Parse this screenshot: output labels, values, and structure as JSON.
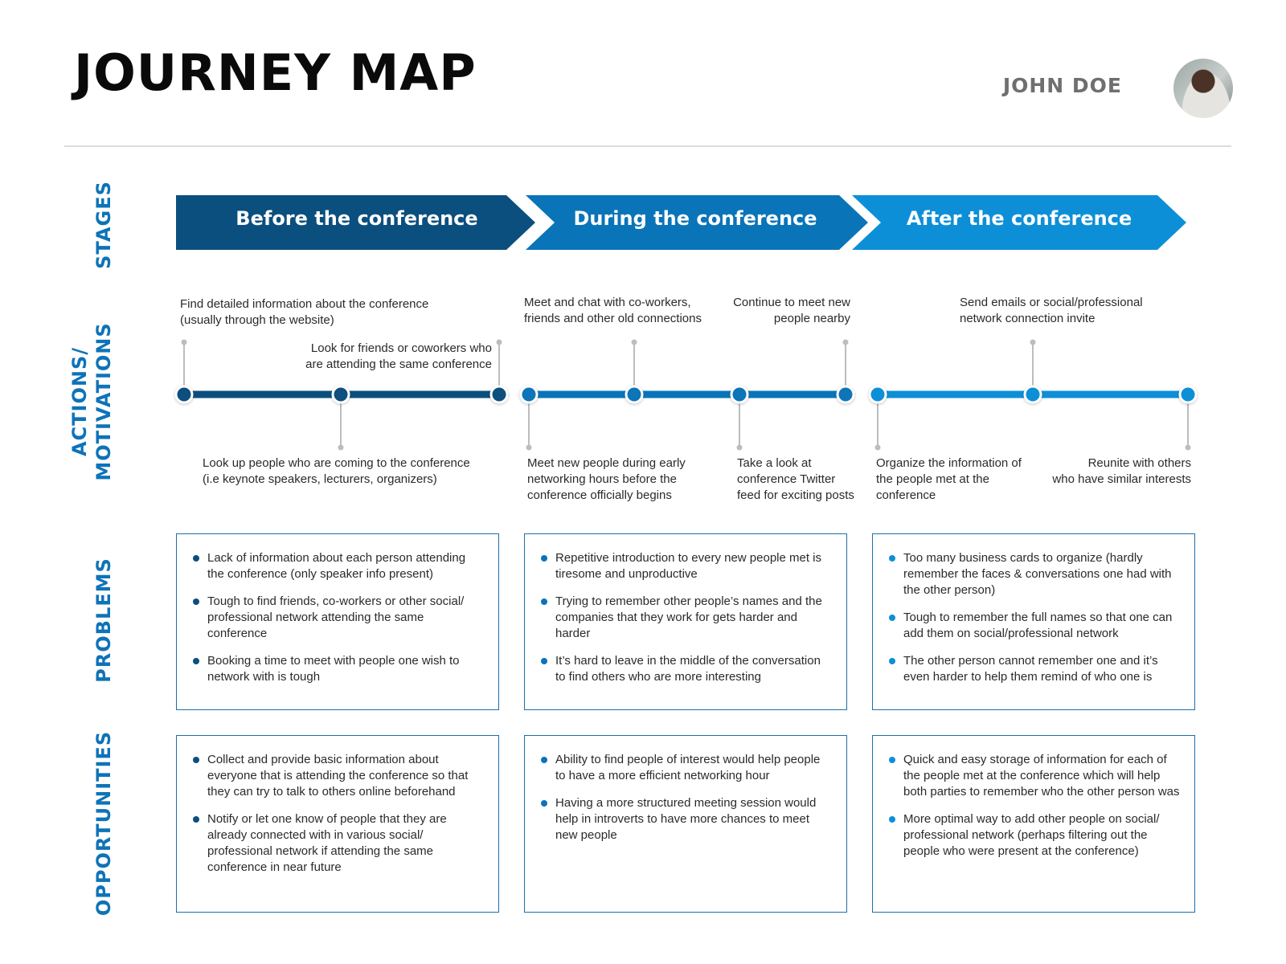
{
  "header": {
    "title": "JOURNEY MAP",
    "user_name": "JOHN DOE"
  },
  "row_labels": {
    "stages": "STAGES",
    "actions_line1": "ACTIONS/",
    "actions_line2": "MOTIVATIONS",
    "problems": "PROBLEMS",
    "opportunities": "OPPORTUNITIES"
  },
  "colors": {
    "label": "#0e73b8",
    "stage1": "#0b4f7e",
    "stage2": "#0a74b8",
    "stage3": "#0d8fd8"
  },
  "stages": [
    {
      "label": "Before the conference"
    },
    {
      "label": "During the conference"
    },
    {
      "label": "After the conference"
    }
  ],
  "actions": [
    {
      "text": "Find detailed information about the conference\n(usually through the website)"
    },
    {
      "text": "Look for friends or coworkers who\nare attending the same conference"
    },
    {
      "text": "Look up people who are coming to the conference\n(i.e keynote speakers, lecturers, organizers)"
    },
    {
      "text": "Meet and chat with co-workers,\nfriends and other old connections"
    },
    {
      "text": "Continue to meet new\npeople nearby"
    },
    {
      "text": "Meet new people during early\nnetworking hours before the\nconference officially begins"
    },
    {
      "text": "Take a look at\nconference Twitter\nfeed for exciting posts"
    },
    {
      "text": "Send emails or social/professional\nnetwork connection invite"
    },
    {
      "text": "Organize the information of\nthe people met at the\nconference"
    },
    {
      "text": "Reunite with others\nwho have similar interests"
    }
  ],
  "problems": [
    [
      "Lack of information about each person attending the conference (only speaker info present)",
      "Tough to find friends, co-workers or other social/ professional network attending the same conference",
      "Booking a time to meet with people one wish to network with is tough"
    ],
    [
      "Repetitive introduction to every new people met is tiresome and unproductive",
      "Trying to remember other people’s names and the companies that they work for gets harder and harder",
      "It’s hard to leave in the middle of the conversation to find others who are more interesting"
    ],
    [
      "Too many business cards to organize (hardly remember the faces & conversations one had with the other person)",
      "Tough to remember the full names so that one can add them on social/professional network",
      "The other person cannot remember one and it’s even harder to help them remind of who one is"
    ]
  ],
  "opportunities": [
    [
      "Collect and provide basic information about everyone that is attending the conference so that they can try to talk to others online beforehand",
      "Notify or let one know of people that they are already connected with in various social/ professional network if attending the same conference in near future"
    ],
    [
      "Ability to find people of interest would help people to have a more efficient networking hour",
      "Having a more structured meeting session would help in introverts to have more chances to meet new people"
    ],
    [
      "Quick and easy storage of information for each of the people met at the conference which will help both parties to remember who the other person was",
      "More optimal way to add other people on social/ professional network (perhaps filtering out the people who were present at the conference)"
    ]
  ]
}
